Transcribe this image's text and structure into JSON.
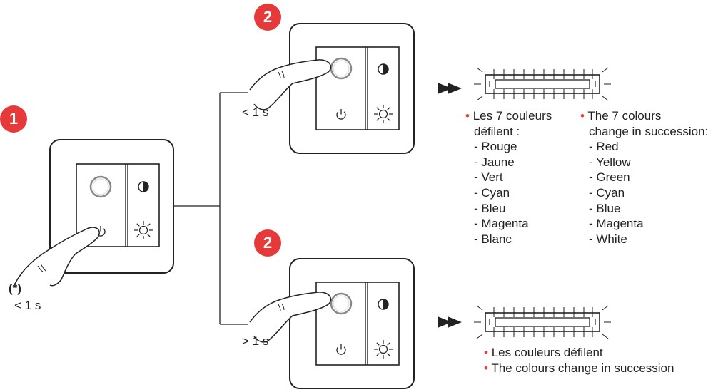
{
  "colors": {
    "accent": "#e63a3a",
    "line": "#222222",
    "text": "#222222"
  },
  "steps": {
    "step1": "1",
    "step2a": "2",
    "step2b": "2"
  },
  "labels": {
    "short_press_1": "< 1 s",
    "asterisk": "(*)",
    "short_press_2": "< 1 s",
    "long_press": "> 1 s"
  },
  "icons": {
    "power": "power-icon",
    "contrast": "contrast-icon",
    "brightness": "sun-icon",
    "led_strip": "led-strip-icon",
    "arrow": "double-arrow-icon"
  },
  "french_list": {
    "bullet": "•",
    "heading_line1": "Les 7 couleurs",
    "heading_line2": "défilent :",
    "items": [
      "- Rouge",
      "- Jaune",
      "- Vert",
      "- Cyan",
      "- Bleu",
      "- Magenta",
      "- Blanc"
    ]
  },
  "english_list": {
    "bullet": "•",
    "heading_line1": "The 7 colours",
    "heading_line2": "change in succession:",
    "items": [
      "- Red",
      "- Yellow",
      "- Green",
      "- Cyan",
      "- Blue",
      "- Magenta",
      "- White"
    ]
  },
  "bottom_notes": {
    "bullet": "•",
    "line1": "Les couleurs défilent",
    "line2": "The colours change in succession"
  }
}
